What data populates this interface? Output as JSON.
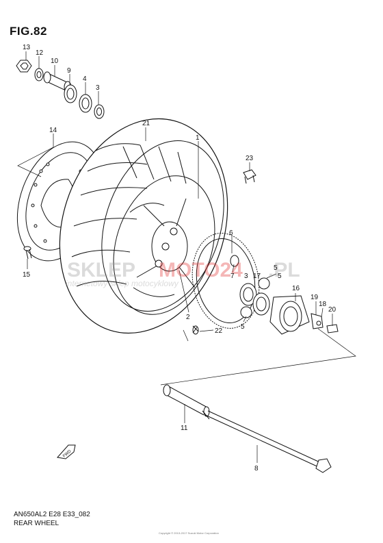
{
  "figure": {
    "title": "FIG.82",
    "model_code": "AN650AL2 E28 E33_082",
    "caption": "REAR WHEEL",
    "footer_note": "Copyright © 2013-2017 Suzuki Motor Corporation"
  },
  "watermark": {
    "brand_left": "SKLEP",
    "brand_mid": "MOTO24",
    "brand_tld": ".PL",
    "tagline": "internetowy sklep motocyklowy",
    "accent_color": "#e03030"
  },
  "direction_marker": {
    "label": "FWD"
  },
  "callouts": [
    {
      "id": "c13",
      "text": "13"
    },
    {
      "id": "c12",
      "text": "12"
    },
    {
      "id": "c10",
      "text": "10"
    },
    {
      "id": "c9",
      "text": "9"
    },
    {
      "id": "c4",
      "text": "4"
    },
    {
      "id": "c3",
      "text": "3"
    },
    {
      "id": "c14",
      "text": "14"
    },
    {
      "id": "c21",
      "text": "21"
    },
    {
      "id": "c1",
      "text": "1"
    },
    {
      "id": "c23",
      "text": "23"
    },
    {
      "id": "c15",
      "text": "15"
    },
    {
      "id": "c6",
      "text": "6"
    },
    {
      "id": "c7",
      "text": "7"
    },
    {
      "id": "c3b",
      "text": "3"
    },
    {
      "id": "c17",
      "text": "17"
    },
    {
      "id": "c5a",
      "text": "5"
    },
    {
      "id": "c5b",
      "text": "5"
    },
    {
      "id": "c16",
      "text": "16"
    },
    {
      "id": "c19",
      "text": "19"
    },
    {
      "id": "c18",
      "text": "18"
    },
    {
      "id": "c20",
      "text": "20"
    },
    {
      "id": "c2",
      "text": "2"
    },
    {
      "id": "c5c",
      "text": "5"
    },
    {
      "id": "c22",
      "text": "22"
    },
    {
      "id": "c11",
      "text": "11"
    },
    {
      "id": "c8",
      "text": "8"
    }
  ]
}
